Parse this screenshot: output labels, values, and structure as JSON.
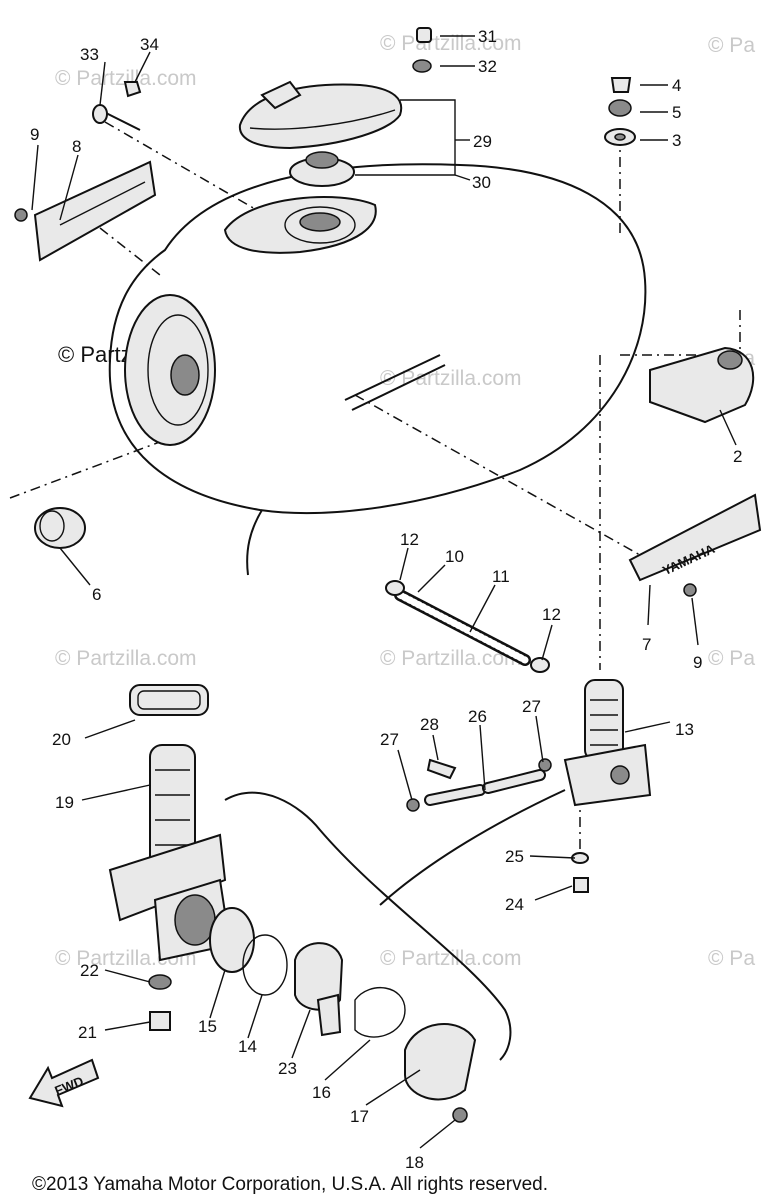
{
  "watermark": {
    "text": "© Partzilla.com",
    "faint_text": "© Partzilla.com",
    "edge_text": "© Pa"
  },
  "copyright": "©2013 Yamaha Motor Corporation, U.S.A. All rights reserved.",
  "fwd_label": "FWD",
  "tank_emblem_text": "YAMAHA",
  "callouts": {
    "c2": "2",
    "c3": "3",
    "c4": "4",
    "c5": "5",
    "c6": "6",
    "c7": "7",
    "c8": "8",
    "c9a": "9",
    "c9b": "9",
    "c10": "10",
    "c11": "11",
    "c12a": "12",
    "c12b": "12",
    "c13": "13",
    "c14": "14",
    "c15": "15",
    "c16": "16",
    "c17": "17",
    "c18": "18",
    "c19": "19",
    "c20": "20",
    "c21": "21",
    "c22": "22",
    "c23": "23",
    "c24": "24",
    "c25": "25",
    "c26": "26",
    "c27a": "27",
    "c27b": "27",
    "c28": "28",
    "c29": "29",
    "c30": "30",
    "c31": "31",
    "c32": "32",
    "c33": "33",
    "c34": "34"
  }
}
